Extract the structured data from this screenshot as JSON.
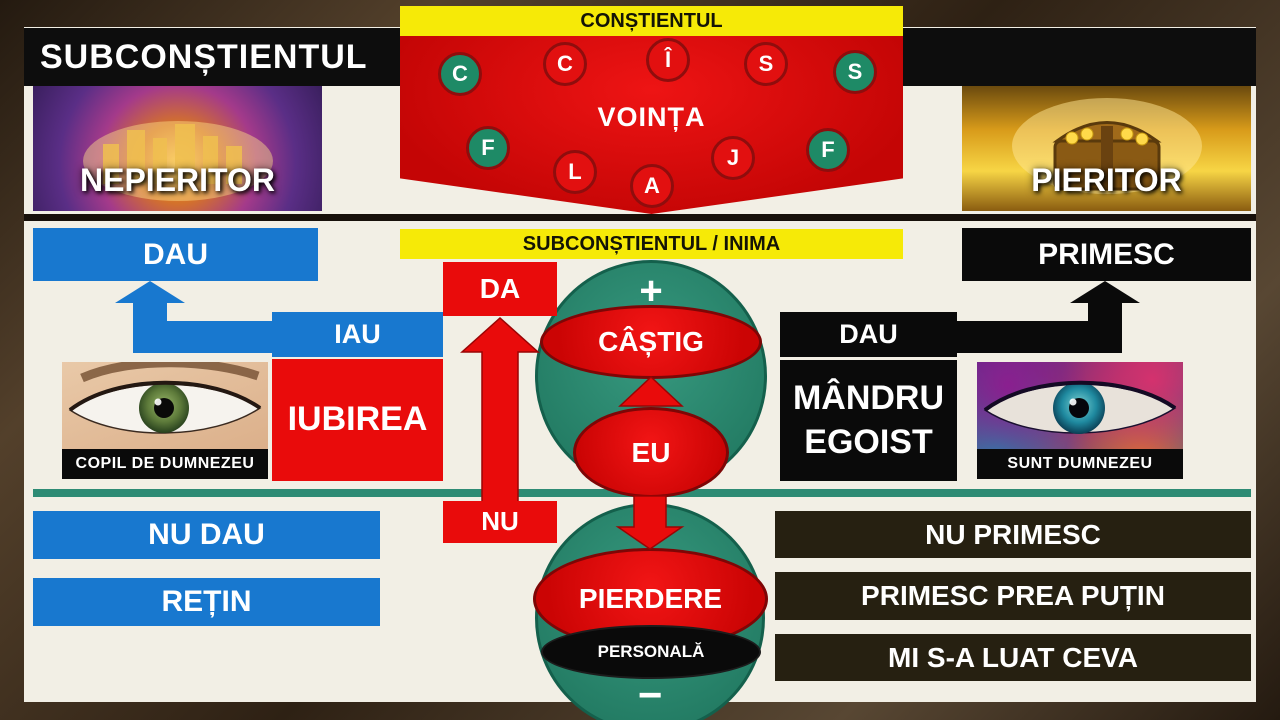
{
  "title_bar": {
    "title": "SUBCONȘTIENTUL"
  },
  "conscious_bar": {
    "label": "CONȘTIENTUL"
  },
  "will_shield": {
    "label": "VOINȚA",
    "row1": [
      {
        "ch": "C",
        "tone": "green"
      },
      {
        "ch": "C",
        "tone": "red"
      },
      {
        "ch": "Î",
        "tone": "red"
      },
      {
        "ch": "S",
        "tone": "red"
      },
      {
        "ch": "S",
        "tone": "green"
      }
    ],
    "row2": [
      {
        "ch": "F",
        "tone": "green"
      },
      {
        "ch": "L",
        "tone": "red"
      },
      {
        "ch": "A",
        "tone": "red"
      },
      {
        "ch": "J",
        "tone": "red"
      },
      {
        "ch": "F",
        "tone": "green"
      }
    ]
  },
  "imperishable": {
    "caption": "NEPIERITOR"
  },
  "perishable": {
    "caption": "PIERITOR"
  },
  "heart_bar": {
    "label": "SUBCONȘTIENTUL / INIMA"
  },
  "left_flow": {
    "dau": "DAU",
    "iau": "IAU",
    "iubirea": "IUBIREA",
    "caption": "COPIL DE DUMNEZEU",
    "nu_dau": "NU DAU",
    "retin": "REȚIN"
  },
  "right_flow": {
    "primesc": "PRIMESC",
    "dau": "DAU",
    "line1": "MÂNDRU",
    "line2": "EGOIST",
    "caption": "SUNT DUMNEZEU",
    "nu_primesc": "NU PRIMESC",
    "prea_putin": "PRIMESC PREA PUȚIN",
    "mi_sa_luat": "MI S-A LUAT CEVA"
  },
  "center_flow": {
    "da": "DA",
    "nu": "NU",
    "plus": "+",
    "castig": "CÂȘTIG",
    "eu": "EU",
    "pierdere": "PIERDERE",
    "personala": "PERSONALĂ",
    "minus": "−"
  },
  "colors": {
    "blue": "#1878cf",
    "red": "#e90b0b",
    "teal": "#2e8b74",
    "yellow": "#f6ea07",
    "black": "#0a0a0a",
    "olive": "#262011",
    "frame_brown": "#3a2c1b",
    "canvas_cream": "#f2efe5"
  }
}
